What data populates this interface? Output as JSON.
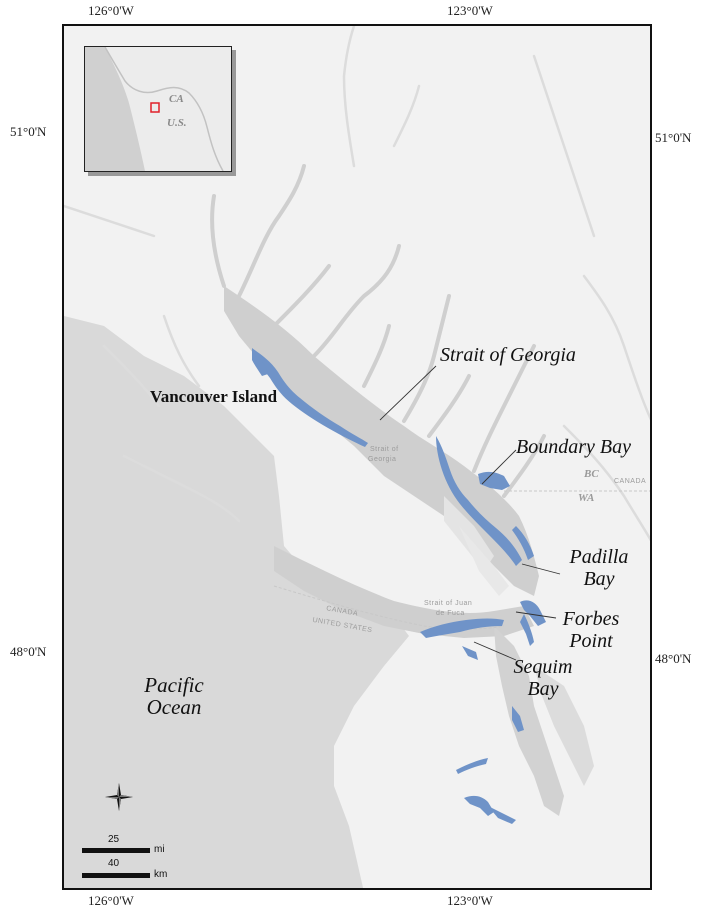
{
  "graticule": {
    "top_left": "126°0'W",
    "top_right": "123°0'W",
    "bottom_left": "126°0'W",
    "bottom_right": "123°0'W",
    "left_upper": "51°0'N",
    "left_lower": "48°0'N",
    "right_upper": "51°0'N",
    "right_lower": "48°0'N"
  },
  "labels": {
    "strait_of_georgia": "Strait of Georgia",
    "vancouver_island": "Vancouver Island",
    "boundary_bay": "Boundary Bay",
    "padilla_bay": [
      "Padilla",
      "Bay"
    ],
    "forbes_point": [
      "Forbes",
      "Point"
    ],
    "sequim_bay": [
      "Sequim",
      "Bay"
    ],
    "pacific_ocean": [
      "Pacific",
      "Ocean"
    ],
    "bc": "BC",
    "wa": "WA"
  },
  "basemap_labels": {
    "strait_small": [
      "Strait of",
      "Georgia"
    ],
    "juan_de_fuca": [
      "Strait of Juan",
      "de Fuca"
    ],
    "canada_right": "CANADA",
    "canada_left": "CANADA",
    "united_states": "UNITED STATES"
  },
  "inset": {
    "ca": "CA",
    "us": "U.S."
  },
  "scale": {
    "miles_value": "25",
    "miles_unit": "mi",
    "km_value": "40",
    "km_unit": "km"
  },
  "colors": {
    "highlight": "#6f93c8",
    "water": "#cfcfcf",
    "land": "#f2f2f2",
    "ocean": "#d9d9d9",
    "inset_box": "#e0202a"
  },
  "icons": [
    "compass-rose-icon"
  ]
}
